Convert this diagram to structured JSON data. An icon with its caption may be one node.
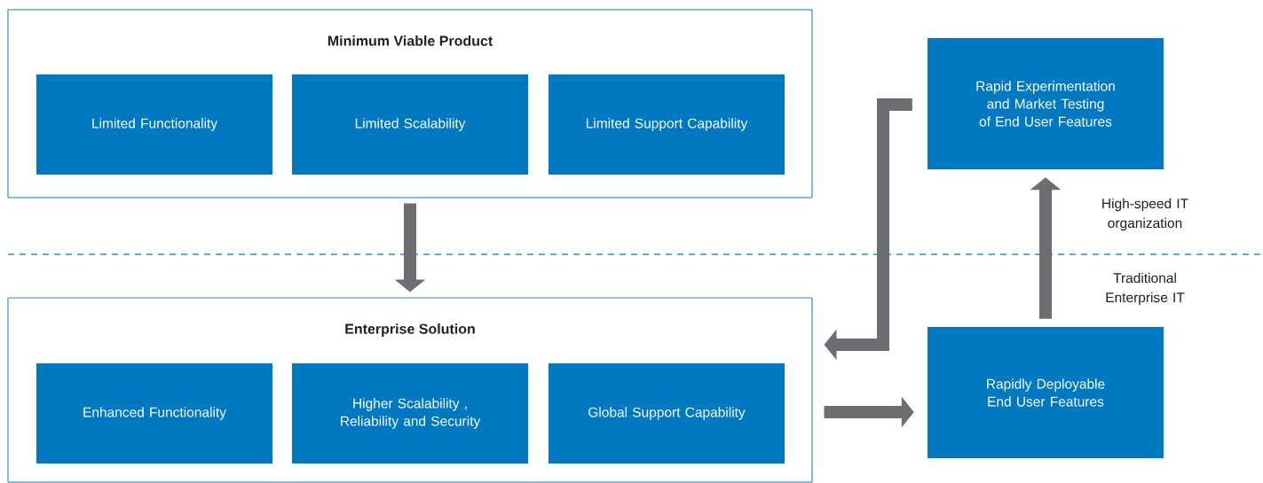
{
  "diagram": {
    "nodes": [
      {
        "text": [
          "Minimum Viable Product"
        ]
      },
      {
        "text": [
          "Limited Functionality"
        ],
        "in": 0
      },
      {
        "text": [
          "Limited Scalability"
        ],
        "in": 0
      },
      {
        "text": [
          "Limited Support Capability"
        ],
        "in": 0
      },
      {
        "text": [
          "Enterprise Solution"
        ]
      },
      {
        "text": [
          "Enhanced Functionality"
        ],
        "in": 4
      },
      {
        "text": [
          "Higher Scalability , Reliability and Security"
        ],
        "in": 4
      },
      {
        "text": [
          "Global Support Capability"
        ],
        "in": 4
      },
      {
        "text": [
          "Rapid Experimentation and Market Testing of End User Features"
        ]
      },
      {
        "text": [
          "Rapidly Deployable End User Features"
        ]
      }
    ],
    "edges": [
      {
        "from": 0,
        "to": 4,
        "arrow": "to"
      },
      {
        "from": 4,
        "to": 9,
        "arrow": "to"
      },
      {
        "from": 9,
        "to": 8,
        "arrow": "to"
      },
      {
        "from": 8,
        "to": 4,
        "arrow": "to"
      }
    ],
    "labels": [
      "High-speed IT organization",
      "Traditional Enterprise IT"
    ]
  }
}
